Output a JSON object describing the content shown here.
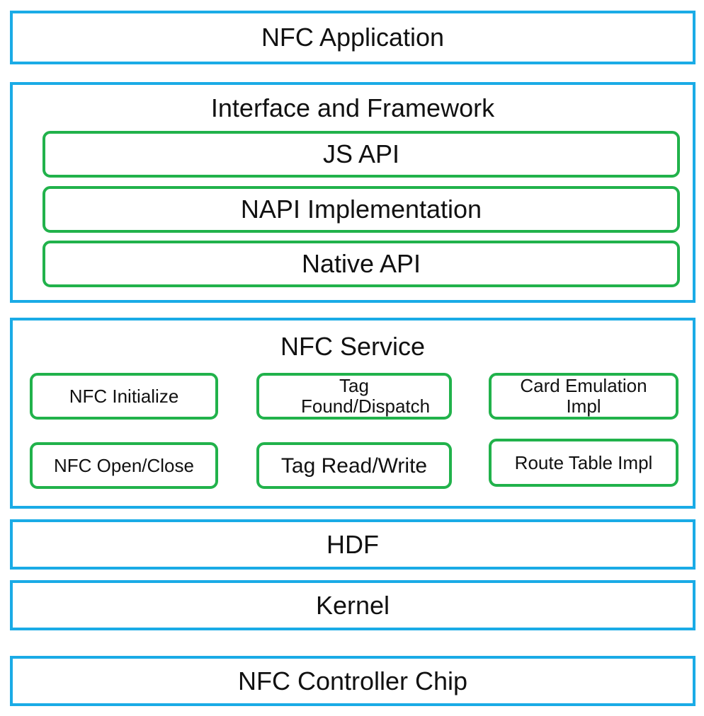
{
  "diagram": {
    "layers": {
      "application": "NFC Application",
      "interface_framework": {
        "title": "Interface and Framework",
        "modules": [
          "JS API",
          "NAPI Implementation",
          "Native API"
        ]
      },
      "service": {
        "title": "NFC Service",
        "modules": [
          "NFC Initialize",
          "Tag Found/Dispatch",
          "Card Emulation Impl",
          "NFC Open/Close",
          "Tag Read/Write",
          "Route Table Impl"
        ]
      },
      "hdf": "HDF",
      "kernel": "Kernel",
      "chip": "NFC Controller Chip"
    },
    "colors": {
      "layer_border": "#1aabe6",
      "module_border": "#21b24b"
    }
  }
}
